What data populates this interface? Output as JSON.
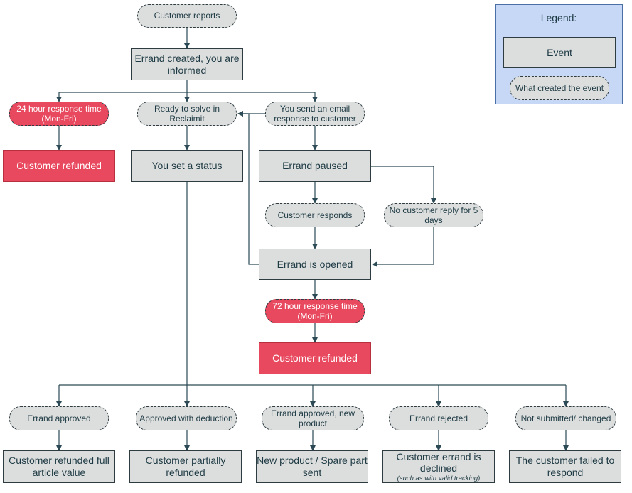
{
  "legend": {
    "title": "Legend:",
    "event": "Event",
    "trigger": "What created the event"
  },
  "nodes": {
    "customer_reports": "Customer reports",
    "errand_created": "Errand created, you are informed",
    "response_24h": "24 hour response time (Mon-Fri)",
    "ready_to_solve": "Ready to solve in Reclaimit",
    "send_email": "You send an email response to customer",
    "customer_refunded_1": "Customer refunded",
    "set_status": "You set a status",
    "errand_paused": "Errand paused",
    "customer_responds": "Customer responds",
    "no_reply": "No customer reply for 5 days",
    "errand_opened": "Errand is opened",
    "response_72h": "72 hour response time (Mon-Fri)",
    "customer_refunded_2": "Customer refunded",
    "errand_approved": "Errand approved",
    "approved_deduction": "Approved with deduction",
    "approved_new_product": "Errand approved, new product",
    "errand_rejected": "Errand rejected",
    "not_submitted": "Not submitted/ changed",
    "refunded_full": "Customer refunded full article value",
    "partially_refunded": "Customer partially refunded",
    "new_product_sent": "New product / Spare part sent",
    "errand_declined": "Customer errand is declined",
    "errand_declined_note": "(such as with valid tracking)",
    "failed_to_respond": "The customer failed to respond"
  },
  "colors": {
    "event": "#dcdedd",
    "alert": "#e8495f",
    "legend_bg": "#c6d8f6",
    "line": "#2b4a55"
  }
}
